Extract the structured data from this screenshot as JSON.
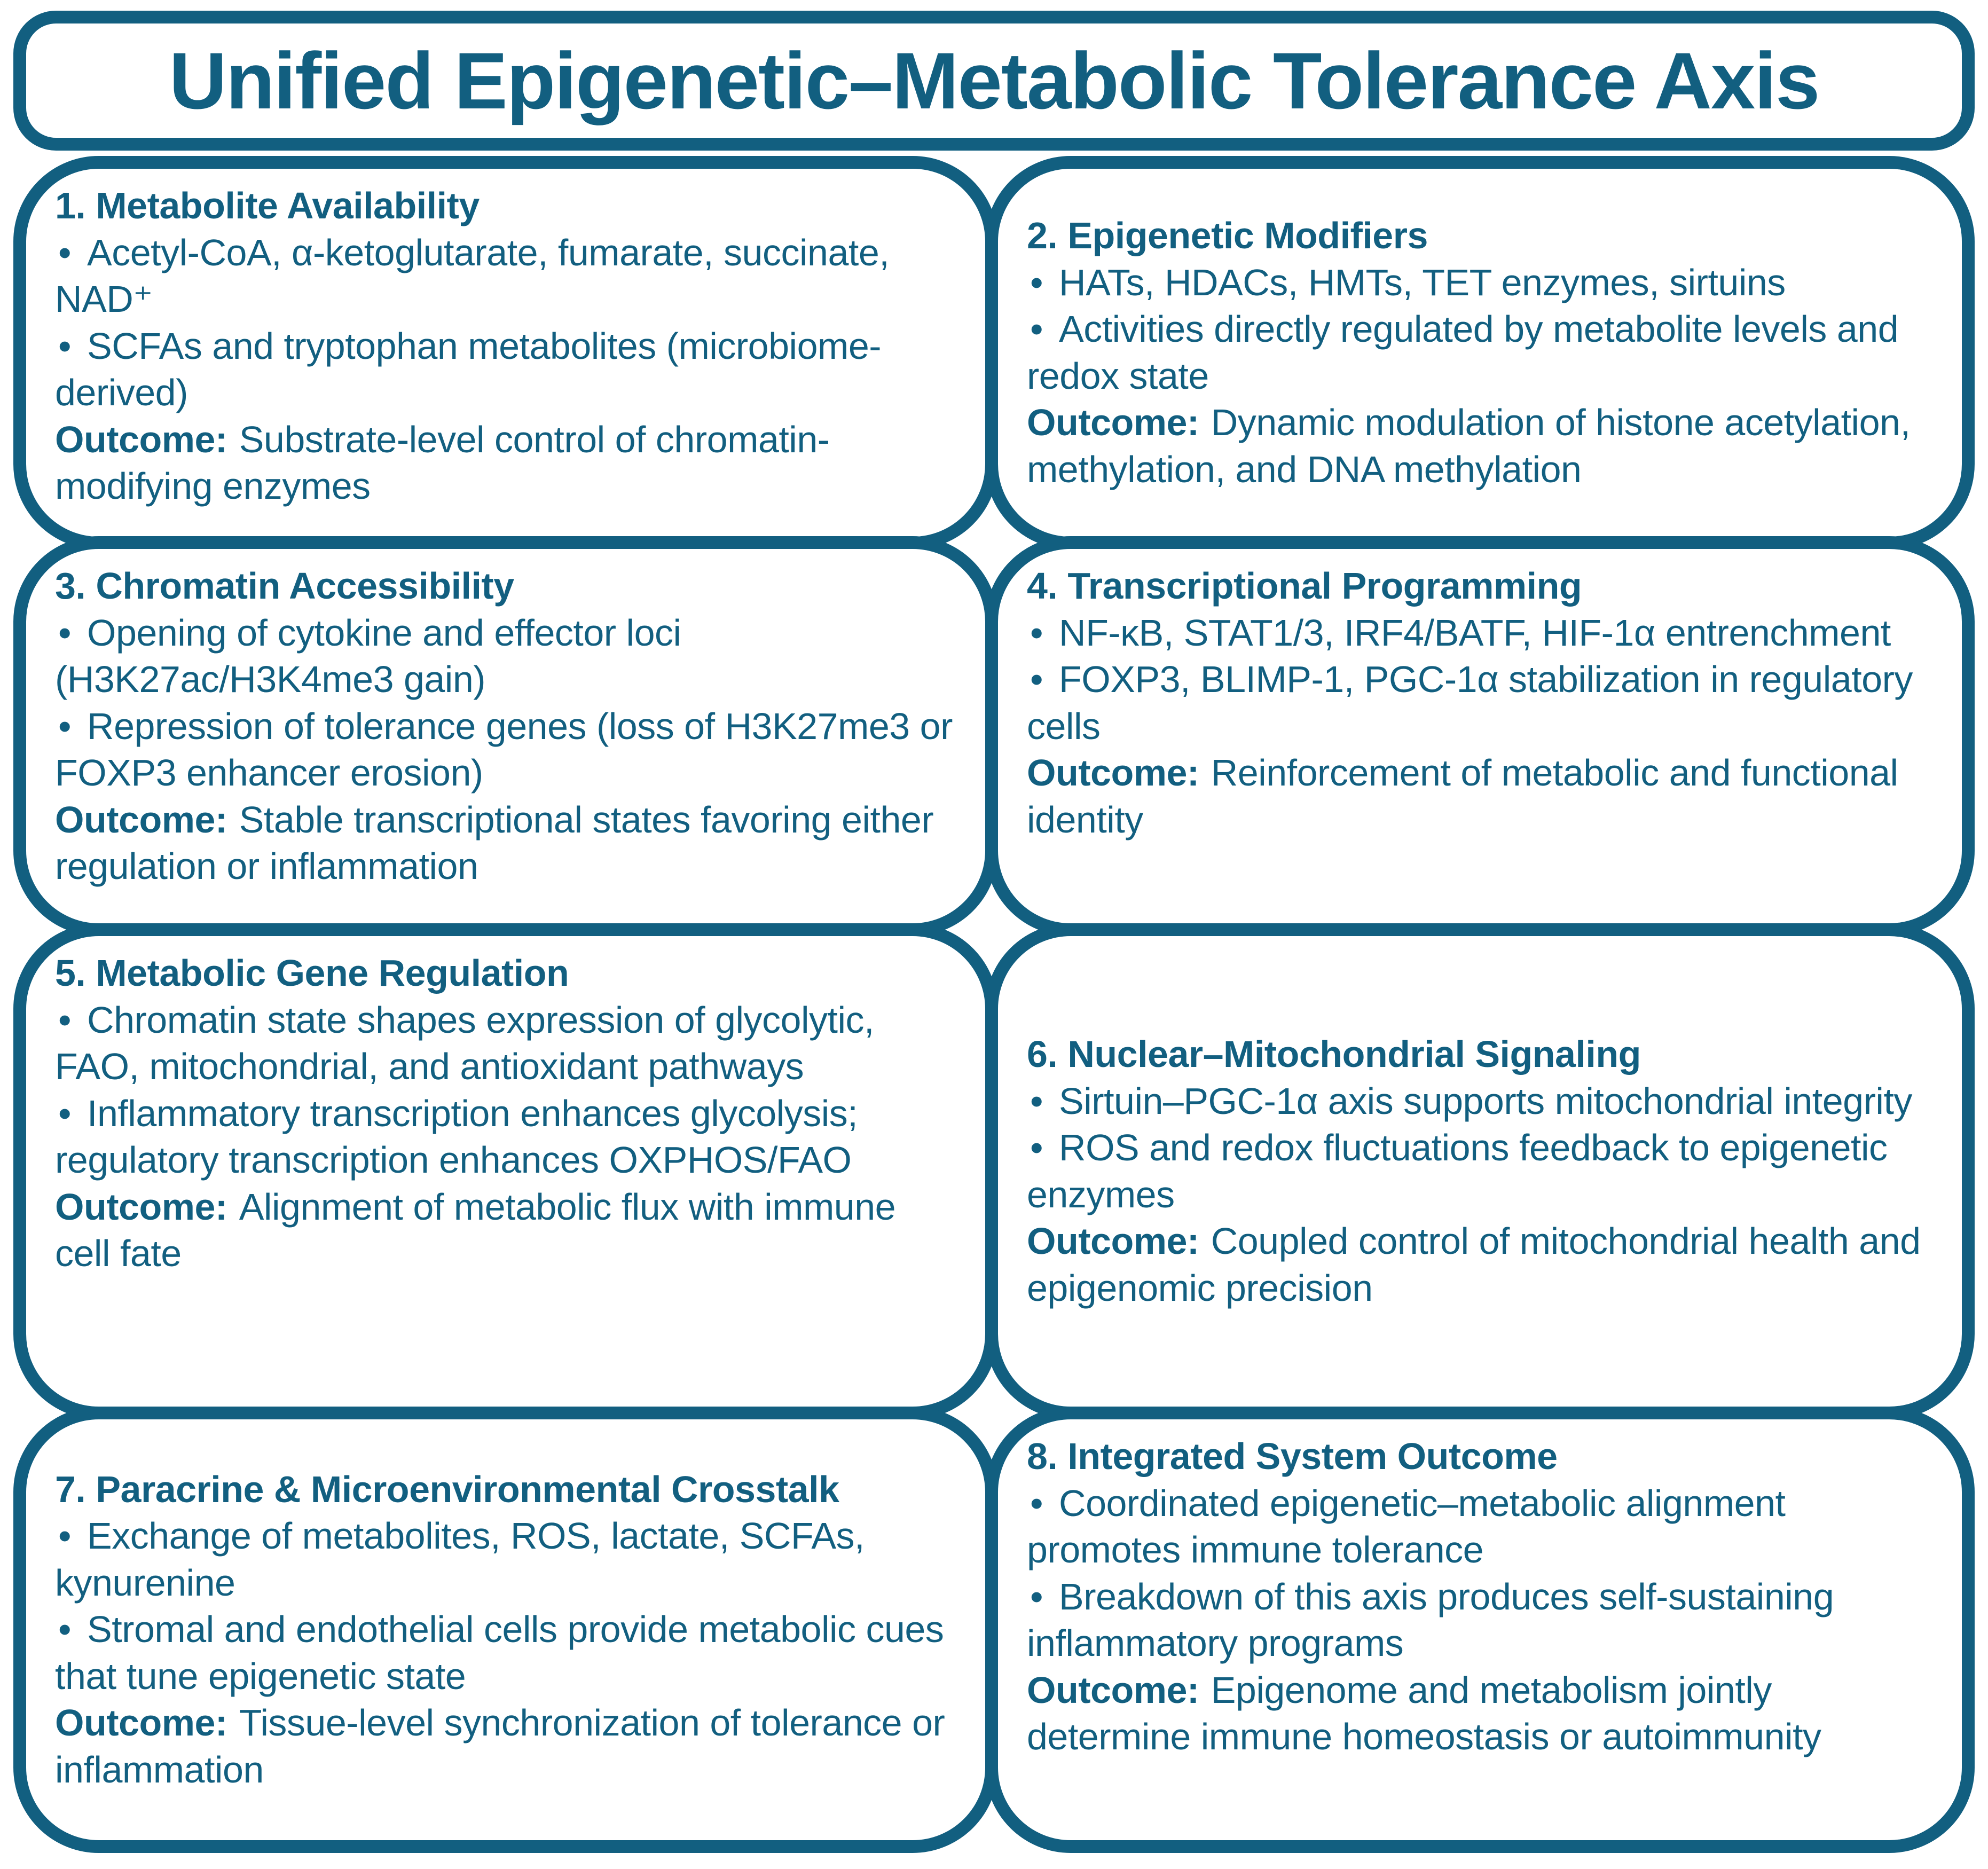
{
  "title": "Unified Epigenetic–Metabolic Tolerance Axis",
  "bullet_char": "•",
  "outcome_label": "Outcome:",
  "colors": {
    "accent": "#125f80",
    "background": "#ffffff"
  },
  "boxes": [
    {
      "title": "1. Metabolite Availability",
      "bullets": [
        "Acetyl-CoA, α-ketoglutarate, fumarate, succinate, NAD⁺",
        "SCFAs and tryptophan metabolites (microbiome-derived)"
      ],
      "outcome": "Substrate-level control of chromatin-modifying enzymes"
    },
    {
      "title": "2. Epigenetic Modifiers",
      "bullets": [
        "HATs, HDACs, HMTs, TET enzymes, sirtuins",
        "Activities directly regulated by metabolite levels and redox state"
      ],
      "outcome": "Dynamic modulation of histone acetylation, methylation, and DNA methylation"
    },
    {
      "title": "3. Chromatin Accessibility",
      "bullets": [
        "Opening of cytokine and effector loci (H3K27ac/H3K4me3 gain)",
        "Repression of tolerance genes (loss of H3K27me3 or FOXP3 enhancer erosion)"
      ],
      "outcome": "Stable transcriptional states favoring either regulation or inflammation"
    },
    {
      "title": "4. Transcriptional Programming",
      "bullets": [
        "NF-κB, STAT1/3, IRF4/BATF, HIF-1α entrenchment",
        "FOXP3, BLIMP-1, PGC-1α stabilization in regulatory cells"
      ],
      "outcome": "Reinforcement of metabolic and functional identity"
    },
    {
      "title": "5. Metabolic Gene Regulation",
      "bullets": [
        "Chromatin state shapes expression of glycolytic, FAO, mitochondrial, and antioxidant pathways",
        "Inflammatory transcription enhances glycolysis; regulatory transcription enhances OXPHOS/FAO"
      ],
      "outcome": "Alignment of metabolic flux with immune cell fate"
    },
    {
      "title": "6. Nuclear–Mitochondrial Signaling",
      "bullets": [
        "Sirtuin–PGC-1α axis supports mitochondrial integrity",
        "ROS and redox fluctuations feedback to epigenetic enzymes"
      ],
      "outcome": "Coupled control of mitochondrial health and epigenomic precision"
    },
    {
      "title": "7. Paracrine & Microenvironmental Crosstalk",
      "bullets": [
        "Exchange of metabolites, ROS, lactate, SCFAs, kynurenine",
        "Stromal and endothelial cells provide metabolic cues that tune epigenetic state"
      ],
      "outcome": "Tissue-level synchronization of tolerance or inflammation"
    },
    {
      "title": "8. Integrated System Outcome",
      "bullets": [
        "Coordinated epigenetic–metabolic alignment promotes immune tolerance",
        "Breakdown of this axis produces self-sustaining inflammatory programs"
      ],
      "outcome": "Epigenome and metabolism jointly determine immune homeostasis or autoimmunity"
    }
  ]
}
